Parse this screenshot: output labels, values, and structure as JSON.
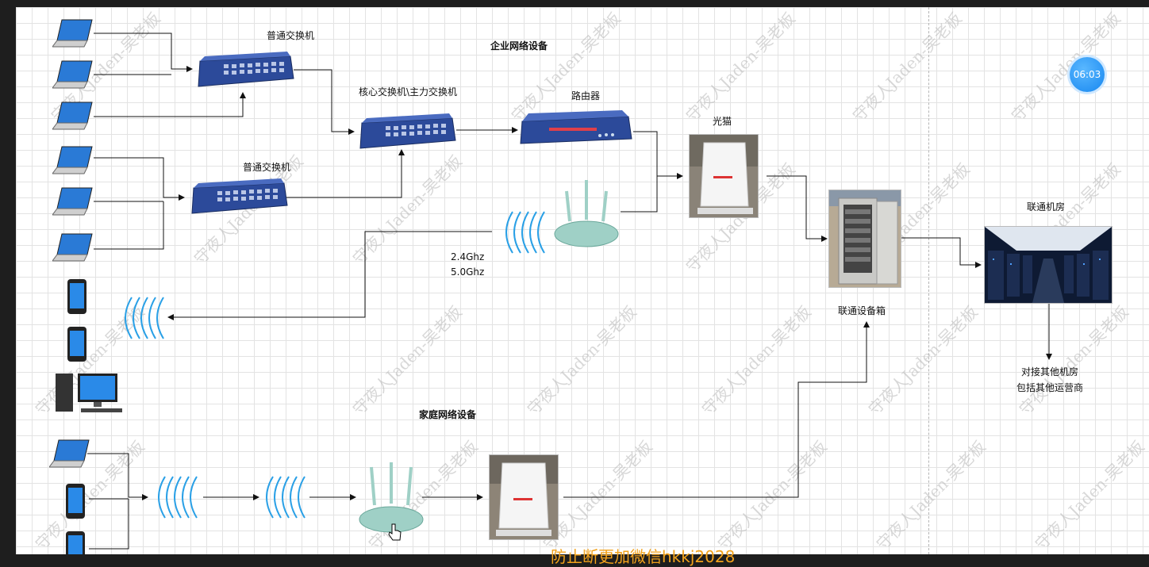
{
  "labels": {
    "switch_top": "普通交换机",
    "switch_bottom": "普通交换机",
    "core_switch": "核心交换机\\主力交换机",
    "router": "路由器",
    "enterprise_title": "企业网络设备",
    "modem": "光猫",
    "wifi_band_1": "2.4Ghz",
    "wifi_band_2": "5.0Ghz",
    "unicom_box": "联通设备箱",
    "unicom_room": "联通机房",
    "other_rooms_1": "对接其他机房",
    "other_rooms_2": "包括其他运营商",
    "home_title": "家庭网络设备"
  },
  "timer": "06:03",
  "watermark": "守夜人Jaden-吴老板",
  "bottom_note": "防止断更加微信hkkj2028",
  "colors": {
    "switch_blue": "#2c4a9a",
    "wifi_arc": "#2aa0e6",
    "router_mint": "#9fd0c6",
    "timer_blue": "#1787f0",
    "note_orange": "#f2a21b"
  },
  "icons": [
    "laptop-icon",
    "phone-icon",
    "desktop-icon",
    "switch-icon",
    "router-icon",
    "wireless-router-icon",
    "wifi-signal-icon",
    "optical-modem-photo",
    "equipment-cabinet-photo",
    "server-room-photo",
    "hand-cursor-icon"
  ]
}
